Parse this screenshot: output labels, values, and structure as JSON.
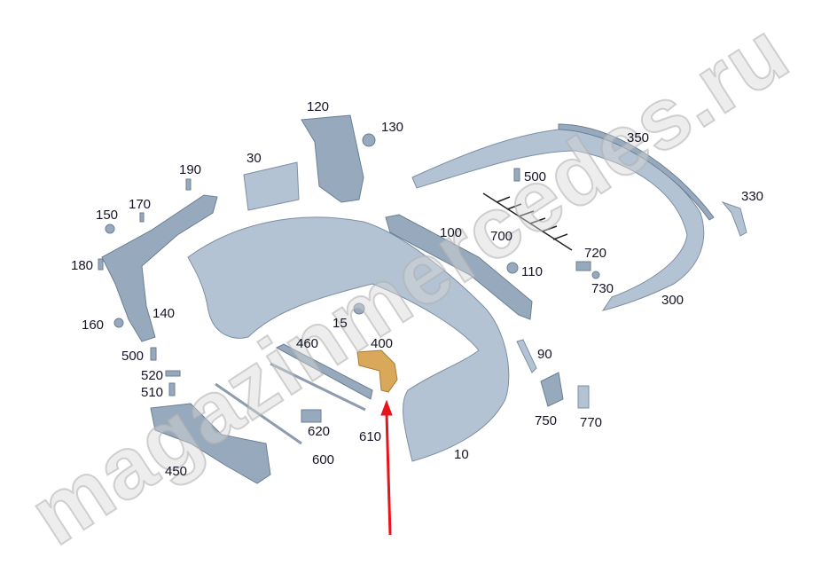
{
  "watermark": "magazinmercedes.ru",
  "accent_color": "#e8141c",
  "callouts": [
    {
      "id": "120",
      "text": "120"
    },
    {
      "id": "130",
      "text": "130"
    },
    {
      "id": "30",
      "text": "30"
    },
    {
      "id": "190",
      "text": "190"
    },
    {
      "id": "350",
      "text": "350"
    },
    {
      "id": "500a",
      "text": "500"
    },
    {
      "id": "330",
      "text": "330"
    },
    {
      "id": "170",
      "text": "170"
    },
    {
      "id": "150",
      "text": "150"
    },
    {
      "id": "700",
      "text": "700"
    },
    {
      "id": "100",
      "text": "100"
    },
    {
      "id": "720",
      "text": "720"
    },
    {
      "id": "180",
      "text": "180"
    },
    {
      "id": "110",
      "text": "110"
    },
    {
      "id": "730",
      "text": "730"
    },
    {
      "id": "300",
      "text": "300"
    },
    {
      "id": "140",
      "text": "140"
    },
    {
      "id": "160",
      "text": "160"
    },
    {
      "id": "15",
      "text": "15"
    },
    {
      "id": "400",
      "text": "400"
    },
    {
      "id": "460",
      "text": "460"
    },
    {
      "id": "90",
      "text": "90"
    },
    {
      "id": "500b",
      "text": "500"
    },
    {
      "id": "520",
      "text": "520"
    },
    {
      "id": "510",
      "text": "510"
    },
    {
      "id": "750",
      "text": "750"
    },
    {
      "id": "770",
      "text": "770"
    },
    {
      "id": "620",
      "text": "620"
    },
    {
      "id": "610",
      "text": "610"
    },
    {
      "id": "10",
      "text": "10"
    },
    {
      "id": "600",
      "text": "600"
    },
    {
      "id": "450",
      "text": "450"
    }
  ]
}
